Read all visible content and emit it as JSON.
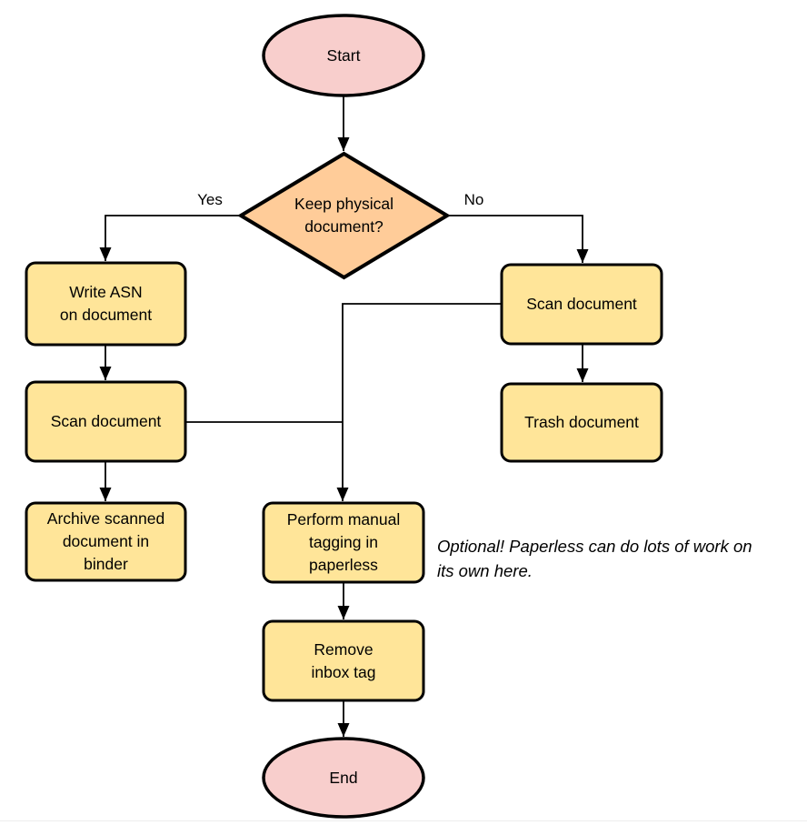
{
  "diagram": {
    "type": "flowchart",
    "nodes": {
      "start": {
        "label": "Start",
        "shape": "ellipse"
      },
      "decision": {
        "label": "Keep physical\ndocument?",
        "shape": "diamond"
      },
      "write_asn": {
        "label": "Write ASN\non document",
        "shape": "rounded-rect"
      },
      "scan_left": {
        "label": "Scan document",
        "shape": "rounded-rect"
      },
      "archive": {
        "label": "Archive scanned\ndocument in\nbinder",
        "shape": "rounded-rect"
      },
      "scan_right": {
        "label": "Scan document",
        "shape": "rounded-rect"
      },
      "trash": {
        "label": "Trash document",
        "shape": "rounded-rect"
      },
      "tagging": {
        "label": "Perform manual\ntagging in\npaperless",
        "shape": "rounded-rect"
      },
      "remove_inbox": {
        "label": "Remove\ninbox tag",
        "shape": "rounded-rect"
      },
      "end": {
        "label": "End",
        "shape": "ellipse"
      }
    },
    "edge_labels": {
      "yes": "Yes",
      "no": "No"
    },
    "annotation": "Optional! Paperless can do lots of work on\nits own here.",
    "colors": {
      "terminal_fill": "#F8CECC",
      "decision_fill": "#FFCC99",
      "process_fill": "#FFE599",
      "stroke": "#000000",
      "text": "#000000"
    }
  }
}
